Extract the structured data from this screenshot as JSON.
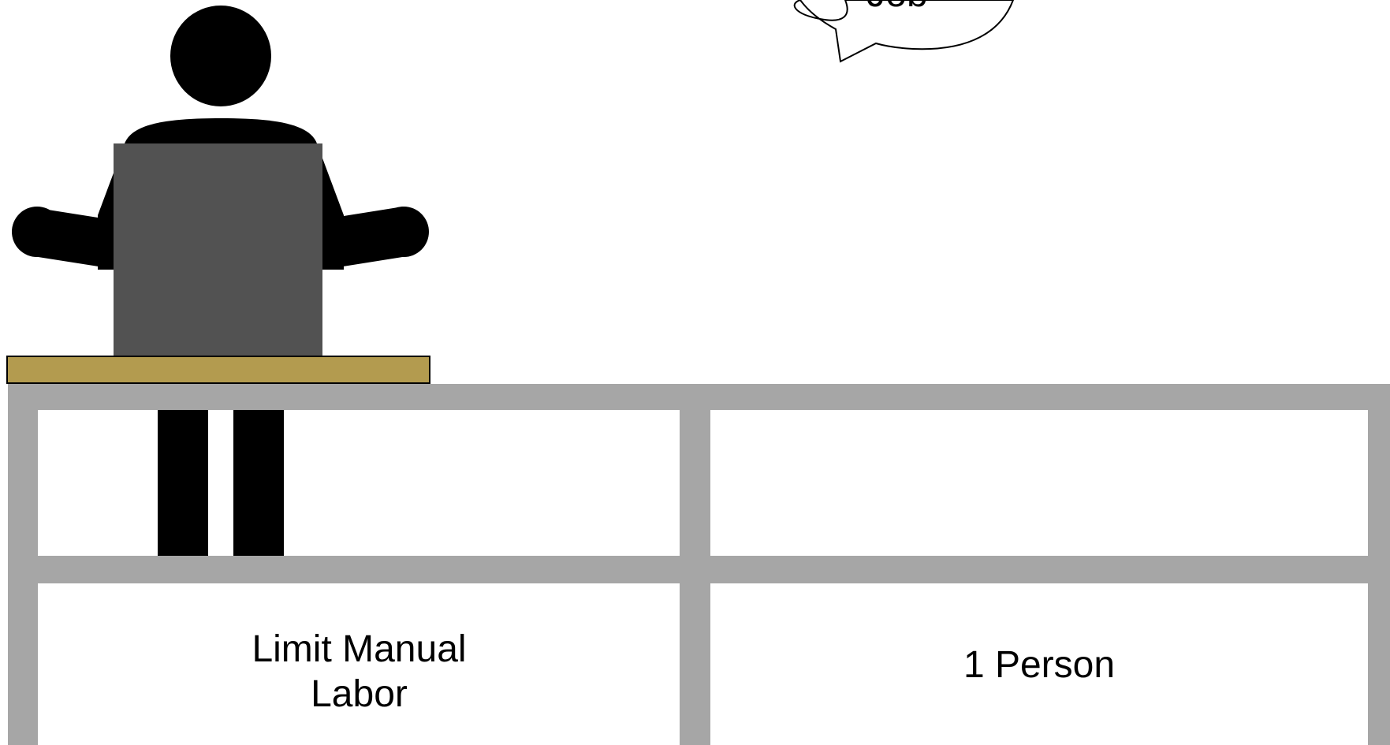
{
  "grid": {
    "cells": {
      "bottom_left": {
        "line1": "Limit Manual",
        "line2": "Labor"
      },
      "bottom_right": {
        "label": "1 Person"
      }
    }
  },
  "figure": {
    "icon": "person-carrying-box-icon"
  },
  "speech_bubble": {
    "visible_text_fragment": "Job"
  },
  "colors": {
    "frame": "#a6a6a6",
    "box": "#525252",
    "plank": "#b39b4f",
    "person": "#000000",
    "background": "#ffffff"
  }
}
